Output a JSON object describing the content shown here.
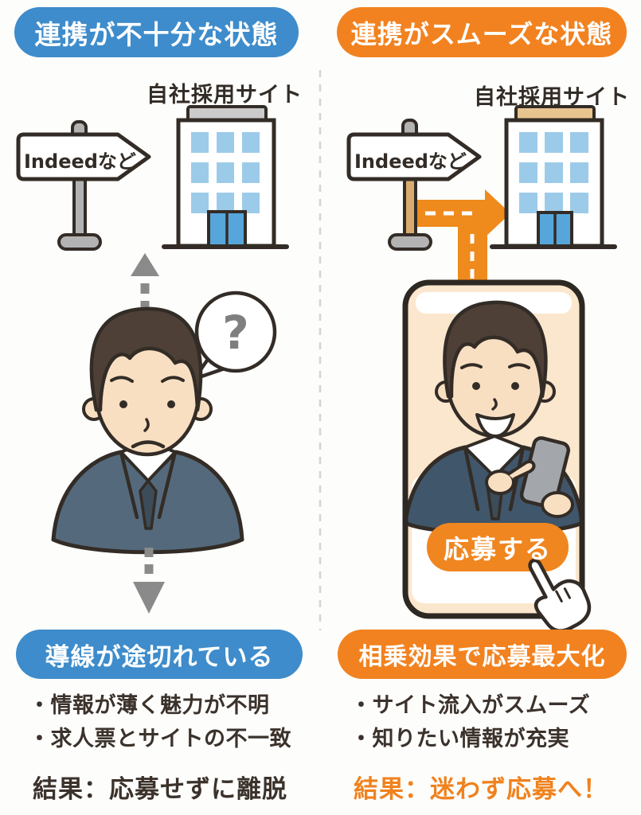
{
  "left": {
    "header": "連携が不十分な状態",
    "building_label": "自社採用サイト",
    "sign_label": "Indeedなど",
    "question_mark": "?",
    "footer": "導線が途切れている",
    "bullets": [
      "・情報が薄く魅力が不明",
      "・求人票とサイトの不一致"
    ],
    "result": "結果：応募せずに離脱"
  },
  "right": {
    "header": "連携がスムーズな状態",
    "building_label": "自社採用サイト",
    "sign_label": "Indeedなど",
    "apply_button": "応募する",
    "footer": "相乗効果で応募最大化",
    "bullets": [
      "・サイト流入がスムーズ",
      "・知りたい情報が充実"
    ],
    "result": "結果：迷わず応募へ！"
  },
  "colors": {
    "blue": "#3E8CCB",
    "orange": "#F2821F",
    "road_orange": "#EF8A1C",
    "result_orange": "#F0821E",
    "text_dark": "#3B322B",
    "outline": "#332C26",
    "window_blue": "#9CCBE9",
    "door_blue": "#57A6DB",
    "gray_arrow": "#8A8A8A",
    "phone_fill": "#FBE7CD",
    "suit_left": "#54697C",
    "suit_right": "#40566B",
    "skin": "#F9DFC2",
    "hair": "#4E4037",
    "roof_gray": "#CBCBCB",
    "roof_tan": "#E8C48F",
    "post_gray": "#B3B3B3",
    "post_tan": "#D8AB70"
  }
}
